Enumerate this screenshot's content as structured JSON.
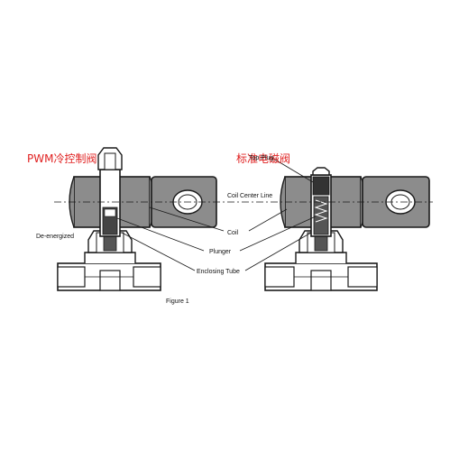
{
  "titles": {
    "left": "PWM冷控制阀",
    "right": "标准电磁阀"
  },
  "labels": {
    "de_energized": "De-energized",
    "figure": "Figure 1",
    "coil": "Coil",
    "plunger": "Plunger",
    "enclosing_tube": "Enclosing Tube",
    "top_plug": "Top Plug",
    "coil_center_line": "Coil Center Line"
  },
  "colors": {
    "title_red": "#e02020",
    "coil_gray": "#8c8c8c",
    "outline": "#1a1a1a",
    "body_white": "#ffffff"
  }
}
